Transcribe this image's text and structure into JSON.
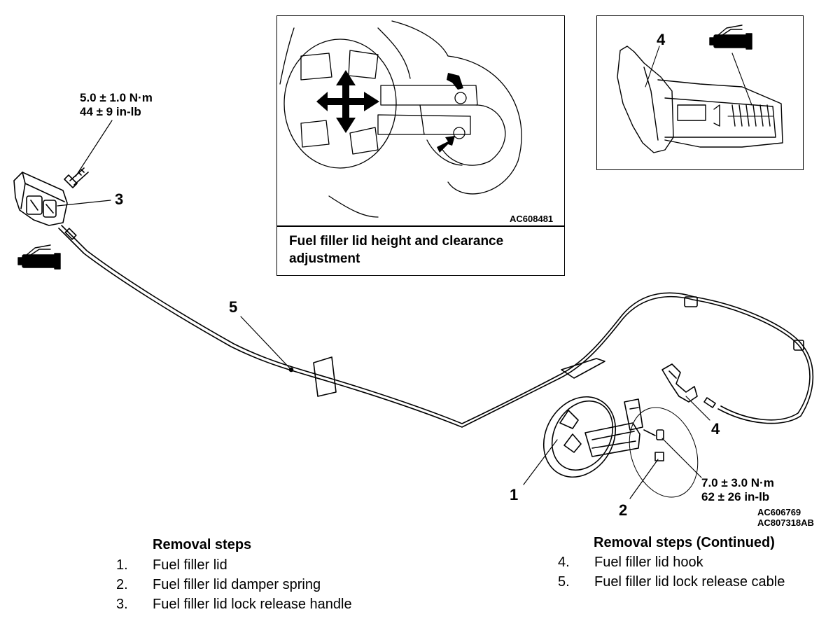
{
  "callouts": {
    "c1": "1",
    "c2": "2",
    "c3": "3",
    "c4_main": "4",
    "c4_inset": "4",
    "c5": "5"
  },
  "torque_handle": {
    "nm": "5.0 ± 1.0 N·m",
    "inlb": "44 ± 9 in-lb"
  },
  "torque_lid": {
    "nm": "7.0 ± 3.0 N·m",
    "inlb": "62 ± 26 in-lb"
  },
  "codes": {
    "inset_left": "AC608481",
    "main_1": "AC606769",
    "main_2": "AC807318AB"
  },
  "inset_caption": {
    "line1": "Fuel filler lid height and clearance",
    "line2": "adjustment"
  },
  "removal_left": {
    "title": "Removal steps",
    "steps": [
      {
        "num": "1.",
        "label": "Fuel filler lid"
      },
      {
        "num": "2.",
        "label": "Fuel filler lid damper spring"
      },
      {
        "num": "3.",
        "label": "Fuel filler lid lock release handle"
      }
    ]
  },
  "removal_right": {
    "title": "Removal steps (Continued)",
    "steps": [
      {
        "num": "4.",
        "label": "Fuel filler lid hook"
      },
      {
        "num": "5.",
        "label": "Fuel filler lid lock release cable"
      }
    ]
  }
}
